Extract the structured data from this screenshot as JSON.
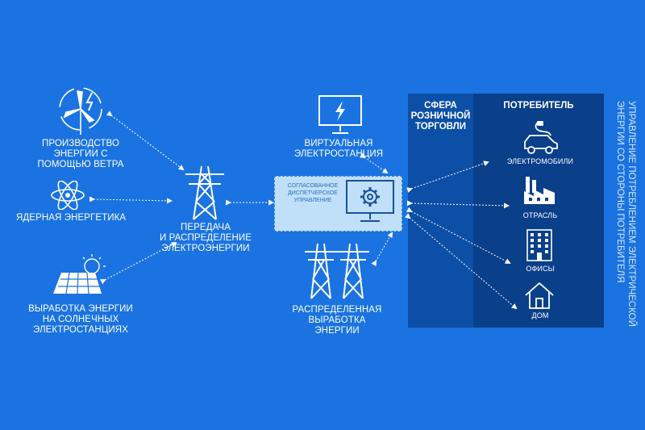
{
  "sources": {
    "wind": [
      "ПРОИЗВОДСТВО",
      "ЭНЕРГИИ С",
      "ПОМОЩЬЮ ВЕТРА"
    ],
    "nuclear": "ЯДЕРНАЯ ЭНЕРГЕТИКА",
    "solar": [
      "ВЫРАБОТКА ЭНЕРГИИ",
      "НА СОЛНЕЧНЫХ",
      "ЭЛЕКТРОСТАНЦИЯХ"
    ]
  },
  "transmission": [
    "ПЕРЕДАЧА",
    "И РАСПРЕДЕЛЕНИЕ",
    "ЭЛЕКТРОЭНЕРГИИ"
  ],
  "virtual_plant": [
    "ВИРТУАЛЬНАЯ",
    "ЭЛЕКТРОСТАНЦИЯ"
  ],
  "dispatch": [
    "СОГЛАСОВАННОЕ",
    "ДИСПЕТЧЕРСКОЕ",
    "УПРАВЛЕНИЕ"
  ],
  "distributed": [
    "РАСПРЕДЕЛЕННАЯ",
    "ВЫРАБОТКА",
    "ЭНЕРГИИ"
  ],
  "retail": {
    "title": [
      "СФЕРА",
      "РОЗНИЧНОЙ",
      "ТОРГОВЛИ"
    ]
  },
  "consumer": {
    "title": "ПОТРЕБИТЕЛЬ",
    "items": [
      "ЭЛЕКТРОМОБИЛИ",
      "ОТРАСЛЬ",
      "ОФИСЫ",
      "ДОМ"
    ]
  },
  "side_caption": [
    "УПРАВЛЕНИЕ ПОТРЕБЛЕНИЕМ ЭЛЕКТРИЧЕСКОЙ",
    "ЭНЕРГИИ СО СТОРОНЫ ПОТРЕБИТЕЛЯ"
  ],
  "colors": {
    "background": "#1a73e0",
    "retail_panel": "#0c4fa6",
    "consumer_panel": "#0a3f8a",
    "dispatch_box": "#bfe0f8"
  },
  "icons": [
    "wind-turbine-icon",
    "atom-icon",
    "solar-panel-icon",
    "power-tower-icon",
    "monitor-lightning-icon",
    "monitor-gear-icon",
    "power-towers-icon",
    "electric-car-icon",
    "factory-icon",
    "office-building-icon",
    "house-icon"
  ]
}
